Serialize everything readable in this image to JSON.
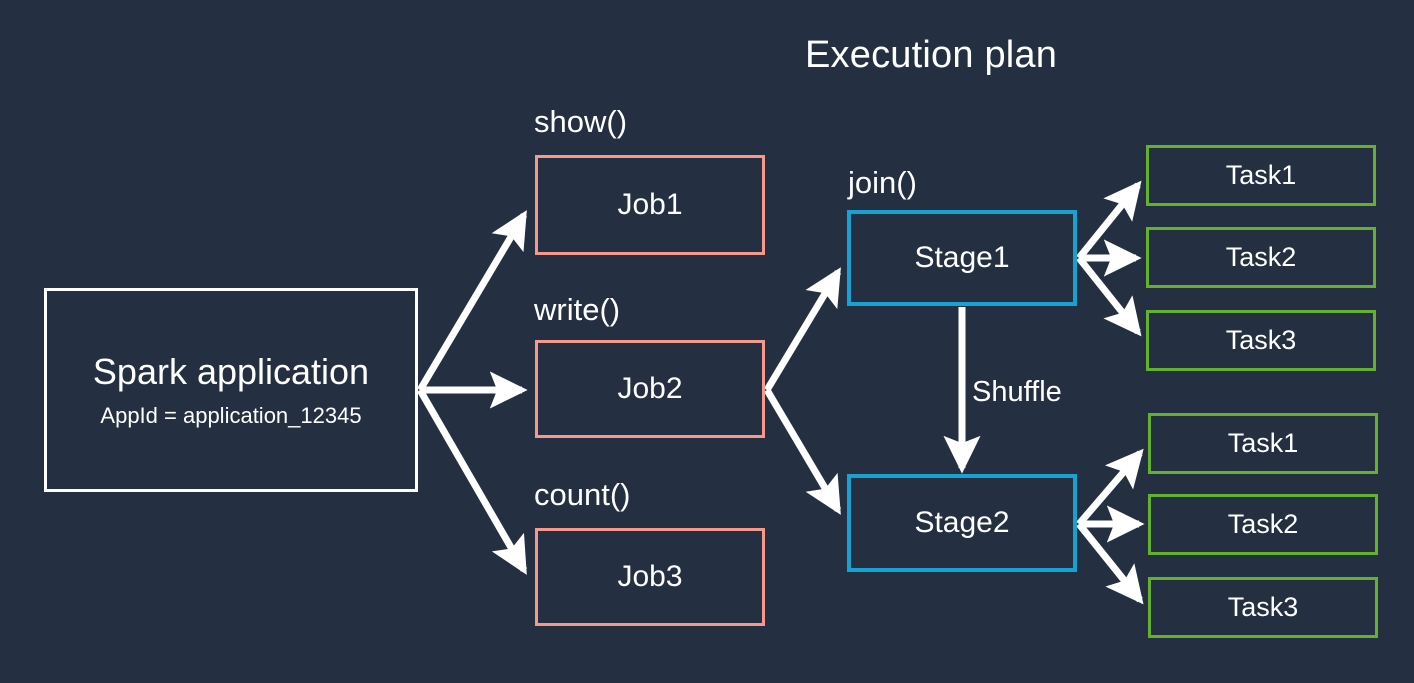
{
  "diagram": {
    "title": "Execution plan",
    "background_color": "#242f42",
    "text_color": "#ffffff",
    "arrow_color": "#ffffff",
    "colors": {
      "app_border": "#ffffff",
      "job_border": "#f4998b",
      "stage_border": "#17a2d2",
      "task_border": "#62b22e"
    }
  },
  "application": {
    "name": "Spark application",
    "app_id_label": "AppId = application_12345"
  },
  "captions": {
    "show": "show()",
    "write": "write()",
    "count": "count()",
    "join": "join()",
    "shuffle": "Shuffle"
  },
  "jobs": [
    {
      "label": "Job1",
      "caption": "show()"
    },
    {
      "label": "Job2",
      "caption": "write()"
    },
    {
      "label": "Job3",
      "caption": "count()"
    }
  ],
  "stages": [
    {
      "label": "Stage1",
      "caption": "join()"
    },
    {
      "label": "Stage2",
      "caption": ""
    }
  ],
  "tasks_stage1": [
    {
      "label": "Task1"
    },
    {
      "label": "Task2"
    },
    {
      "label": "Task3"
    }
  ],
  "tasks_stage2": [
    {
      "label": "Task1"
    },
    {
      "label": "Task2"
    },
    {
      "label": "Task3"
    }
  ]
}
